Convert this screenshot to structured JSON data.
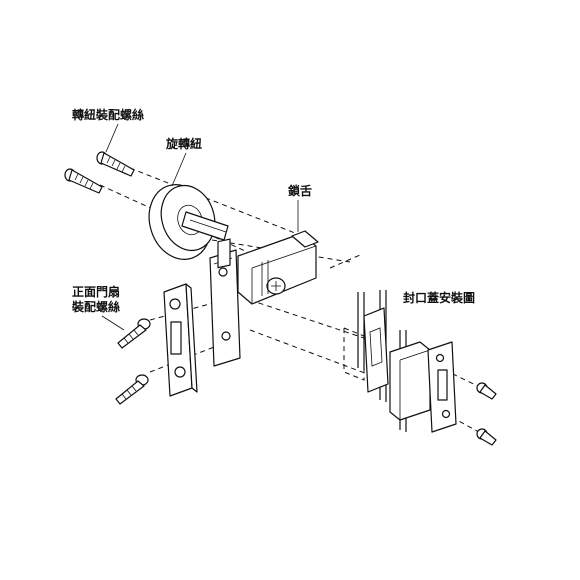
{
  "labels": {
    "knob_screws": "轉紐裝配螺絲",
    "knob": "旋轉紐",
    "bolt": "鎖舌",
    "faceplate_screws_line1": "正面門扇",
    "faceplate_screws_line2": "裝配螺絲",
    "strike_cover": "封口蓋安裝圖"
  },
  "colors": {
    "ink": "#111111",
    "paper": "#ffffff"
  }
}
